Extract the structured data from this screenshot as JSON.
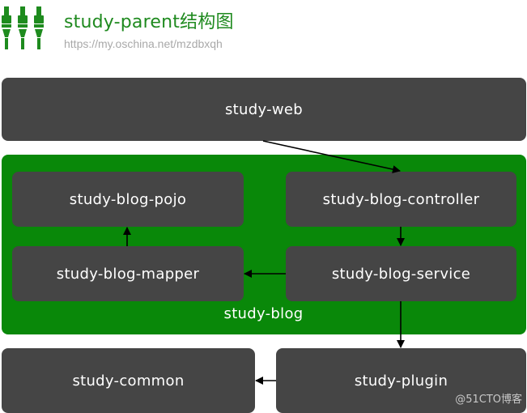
{
  "header": {
    "title": "study-parent结构图",
    "url": "https://my.oschina.net/mzdbxqh"
  },
  "modules": {
    "web": "study-web",
    "blog_group": "study-blog",
    "blog_pojo": "study-blog-pojo",
    "blog_controller": "study-blog-controller",
    "blog_mapper": "study-blog-mapper",
    "blog_service": "study-blog-service",
    "common": "study-common",
    "plugin": "study-plugin"
  },
  "watermark": "@51CTO博客",
  "colors": {
    "box": "#454545",
    "group": "#098809",
    "title": "#1f8a1f",
    "arrow": "#000000"
  },
  "icons": [
    "logo-icon"
  ]
}
